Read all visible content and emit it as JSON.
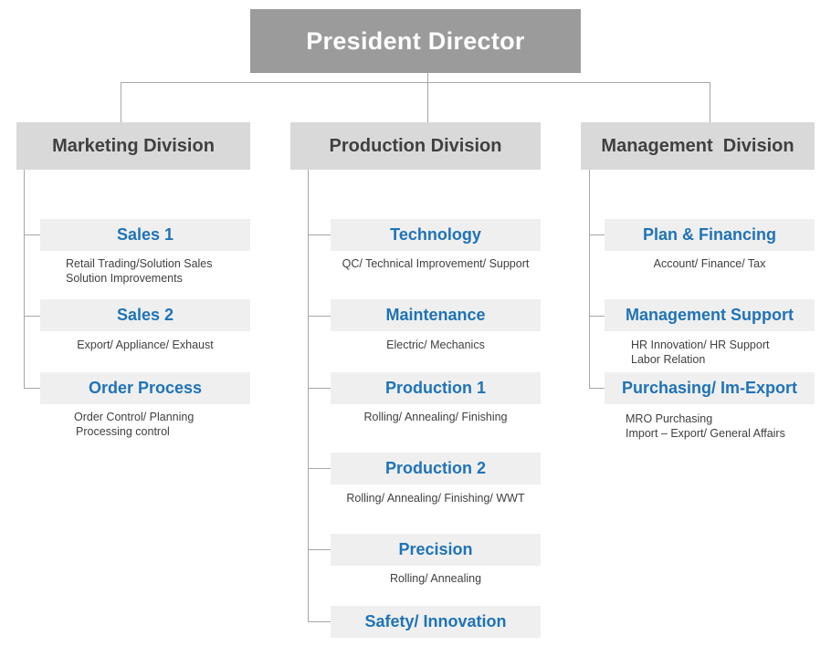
{
  "root": {
    "title": "President Director"
  },
  "divisions": [
    {
      "title": "Marketing Division",
      "units": [
        {
          "title": "Sales 1",
          "lines": [
            "Retail Trading/Solution Sales",
            "Solution Improvements"
          ]
        },
        {
          "title": "Sales 2",
          "lines": [
            "Export/ Appliance/ Exhaust"
          ]
        },
        {
          "title": "Order Process",
          "lines": [
            "Order Control/  Planning",
            "Processing control"
          ]
        }
      ]
    },
    {
      "title": "Production Division",
      "units": [
        {
          "title": "Technology",
          "lines": [
            "QC/ Technical Improvement/ Support"
          ]
        },
        {
          "title": "Maintenance",
          "lines": [
            "Electric/ Mechanics"
          ]
        },
        {
          "title": "Production 1",
          "lines": [
            "Rolling/ Annealing/ Finishing"
          ]
        },
        {
          "title": "Production 2",
          "lines": [
            "Rolling/ Annealing/ Finishing/ WWT"
          ]
        },
        {
          "title": "Precision",
          "lines": [
            "Rolling/ Annealing"
          ]
        },
        {
          "title": "Safety/ Innovation",
          "lines": []
        }
      ]
    },
    {
      "title": "Management  Division",
      "units": [
        {
          "title": "Plan & Financing",
          "lines": [
            "Account/ Finance/ Tax"
          ]
        },
        {
          "title": "Management Support",
          "lines": [
            "HR Innovation/ HR Support",
            "Labor Relation"
          ]
        },
        {
          "title": "Purchasing/ Im-Export",
          "lines": [
            "MRO Purchasing",
            "Import – Export/ General Affairs"
          ]
        }
      ]
    }
  ]
}
